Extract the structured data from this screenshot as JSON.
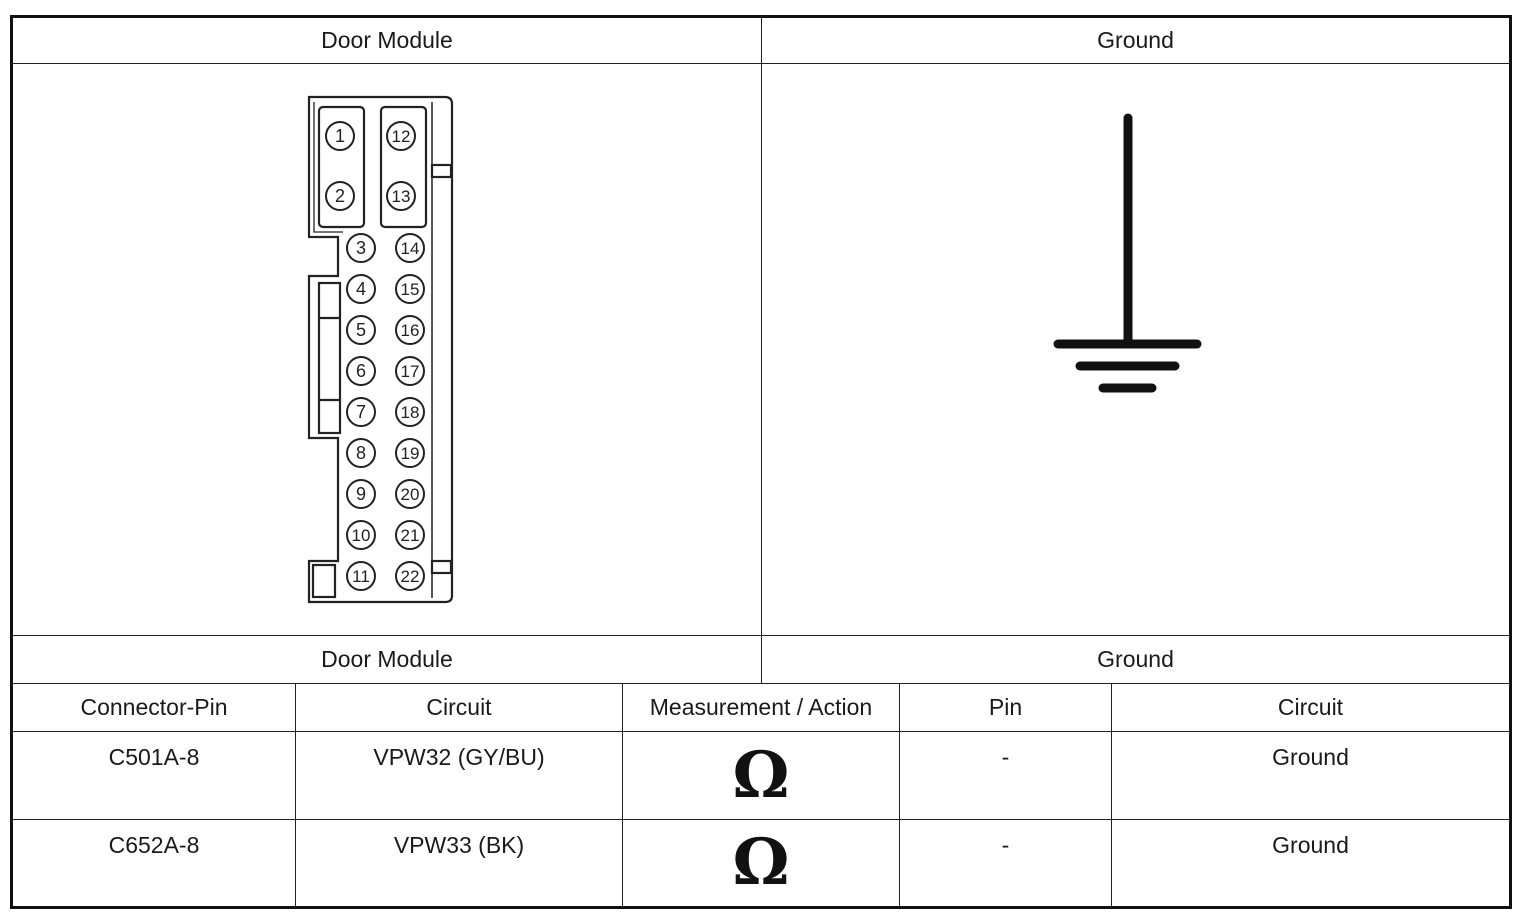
{
  "diagram": {
    "left_header": "Door Module",
    "right_header": "Ground",
    "connector_pins": {
      "left_column": [
        "1",
        "2",
        "3",
        "4",
        "5",
        "6",
        "7",
        "8",
        "9",
        "10",
        "11"
      ],
      "right_column": [
        "12",
        "13",
        "14",
        "15",
        "16",
        "17",
        "18",
        "19",
        "20",
        "21",
        "22"
      ]
    },
    "ground_symbol_icon": "ground-icon"
  },
  "table": {
    "group_headers": {
      "left": "Door Module",
      "right": "Ground"
    },
    "columns": [
      "Connector-Pin",
      "Circuit",
      "Measurement / Action",
      "Pin",
      "Circuit"
    ],
    "rows": [
      {
        "connector_pin": "C501A-8",
        "circuit": "VPW32 (GY/BU)",
        "measurement": "Ω",
        "pin": "-",
        "ground_circuit": "Ground"
      },
      {
        "connector_pin": "C652A-8",
        "circuit": "VPW33 (BK)",
        "measurement": "Ω",
        "pin": "-",
        "ground_circuit": "Ground"
      }
    ]
  }
}
